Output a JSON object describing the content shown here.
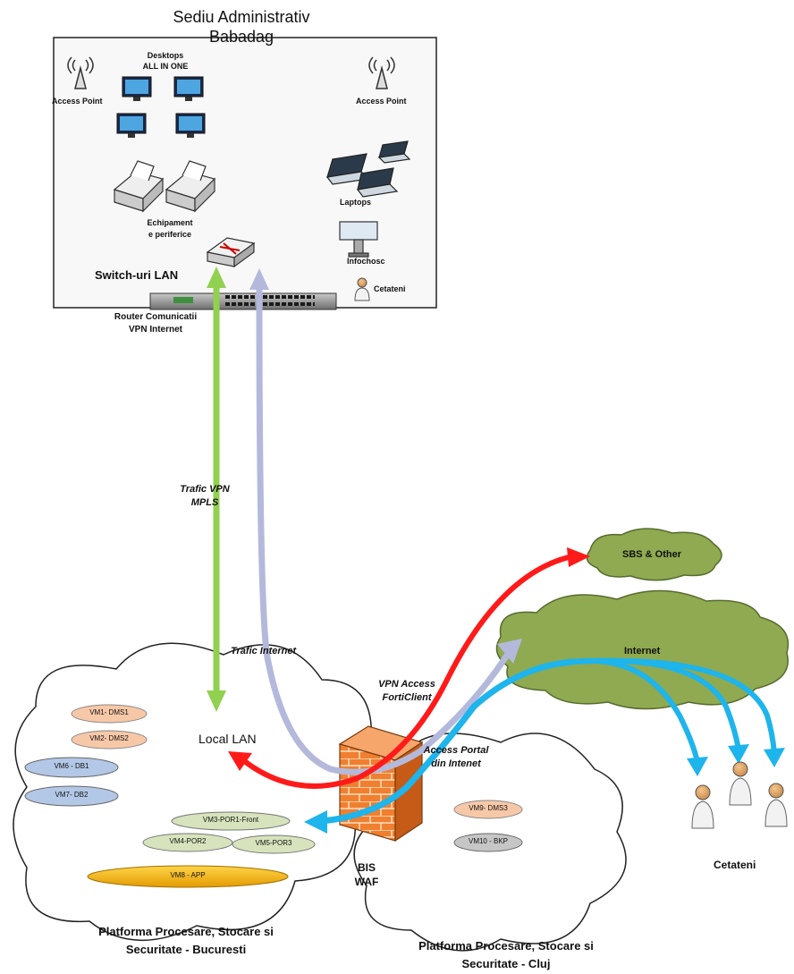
{
  "office": {
    "title_line1": "Sediu Administrativ",
    "title_line2": "Babadag",
    "desktops_line1": "Desktops",
    "desktops_line2": "ALL IN ONE",
    "access_point_left": "Access Point",
    "access_point_right": "Access Point",
    "laptops": "Laptops",
    "peripherals_line1": "Echipament",
    "peripherals_line2": "e periferice",
    "infokiosk": "Infochosc",
    "switch": "Switch-uri LAN",
    "citizens": "Cetateni",
    "router_line1": "Router Comunicatii",
    "router_line2": "VPN Internet"
  },
  "links": {
    "vpn_line1": "Trafic VPN",
    "vpn_line2": "MPLS",
    "internet": "Trafic Internet",
    "forticlient_line1": "VPN Access",
    "forticlient_line2": "FortiClient",
    "portal_line1": "Access Portal",
    "portal_line2": "din Intenet"
  },
  "clouds": {
    "sbs": "SBS & Other",
    "internet": "Internet",
    "local_lan": "Local LAN",
    "citizens": "Cetateni"
  },
  "bucuresti": {
    "label_line1": "Platforma Procesare, Stocare si",
    "label_line2": "Securitate - Bucuresti",
    "vms": [
      "VM1- DMS1",
      "VM2- DMS2",
      "VM6 - DB1",
      "VM7- DB2",
      "VM3-POR1-Front",
      "VM4-POR2",
      "VM5-POR3",
      "VM8 - APP"
    ]
  },
  "cluj": {
    "label_line1": "Platforma Procesare, Stocare si",
    "label_line2": "Securitate - Cluj",
    "vms": [
      "VM9- DMS3",
      "VM10 - BKP"
    ]
  },
  "firewall": {
    "line1": "BIS",
    "line2": "WAF"
  },
  "colors": {
    "vpn_green": "#92d050",
    "internet_lavender": "#b4b9dc",
    "forticlient_red": "#ff1a1a",
    "portal_blue": "#1eb4ec",
    "cloud_green": "#8faa50",
    "vm_salmon": "#f7c8a8",
    "vm_blue": "#b3c7e6",
    "vm_green": "#d6e3bc",
    "vm_gold": "#f4b400",
    "vm_gray": "#c6c6c6"
  }
}
